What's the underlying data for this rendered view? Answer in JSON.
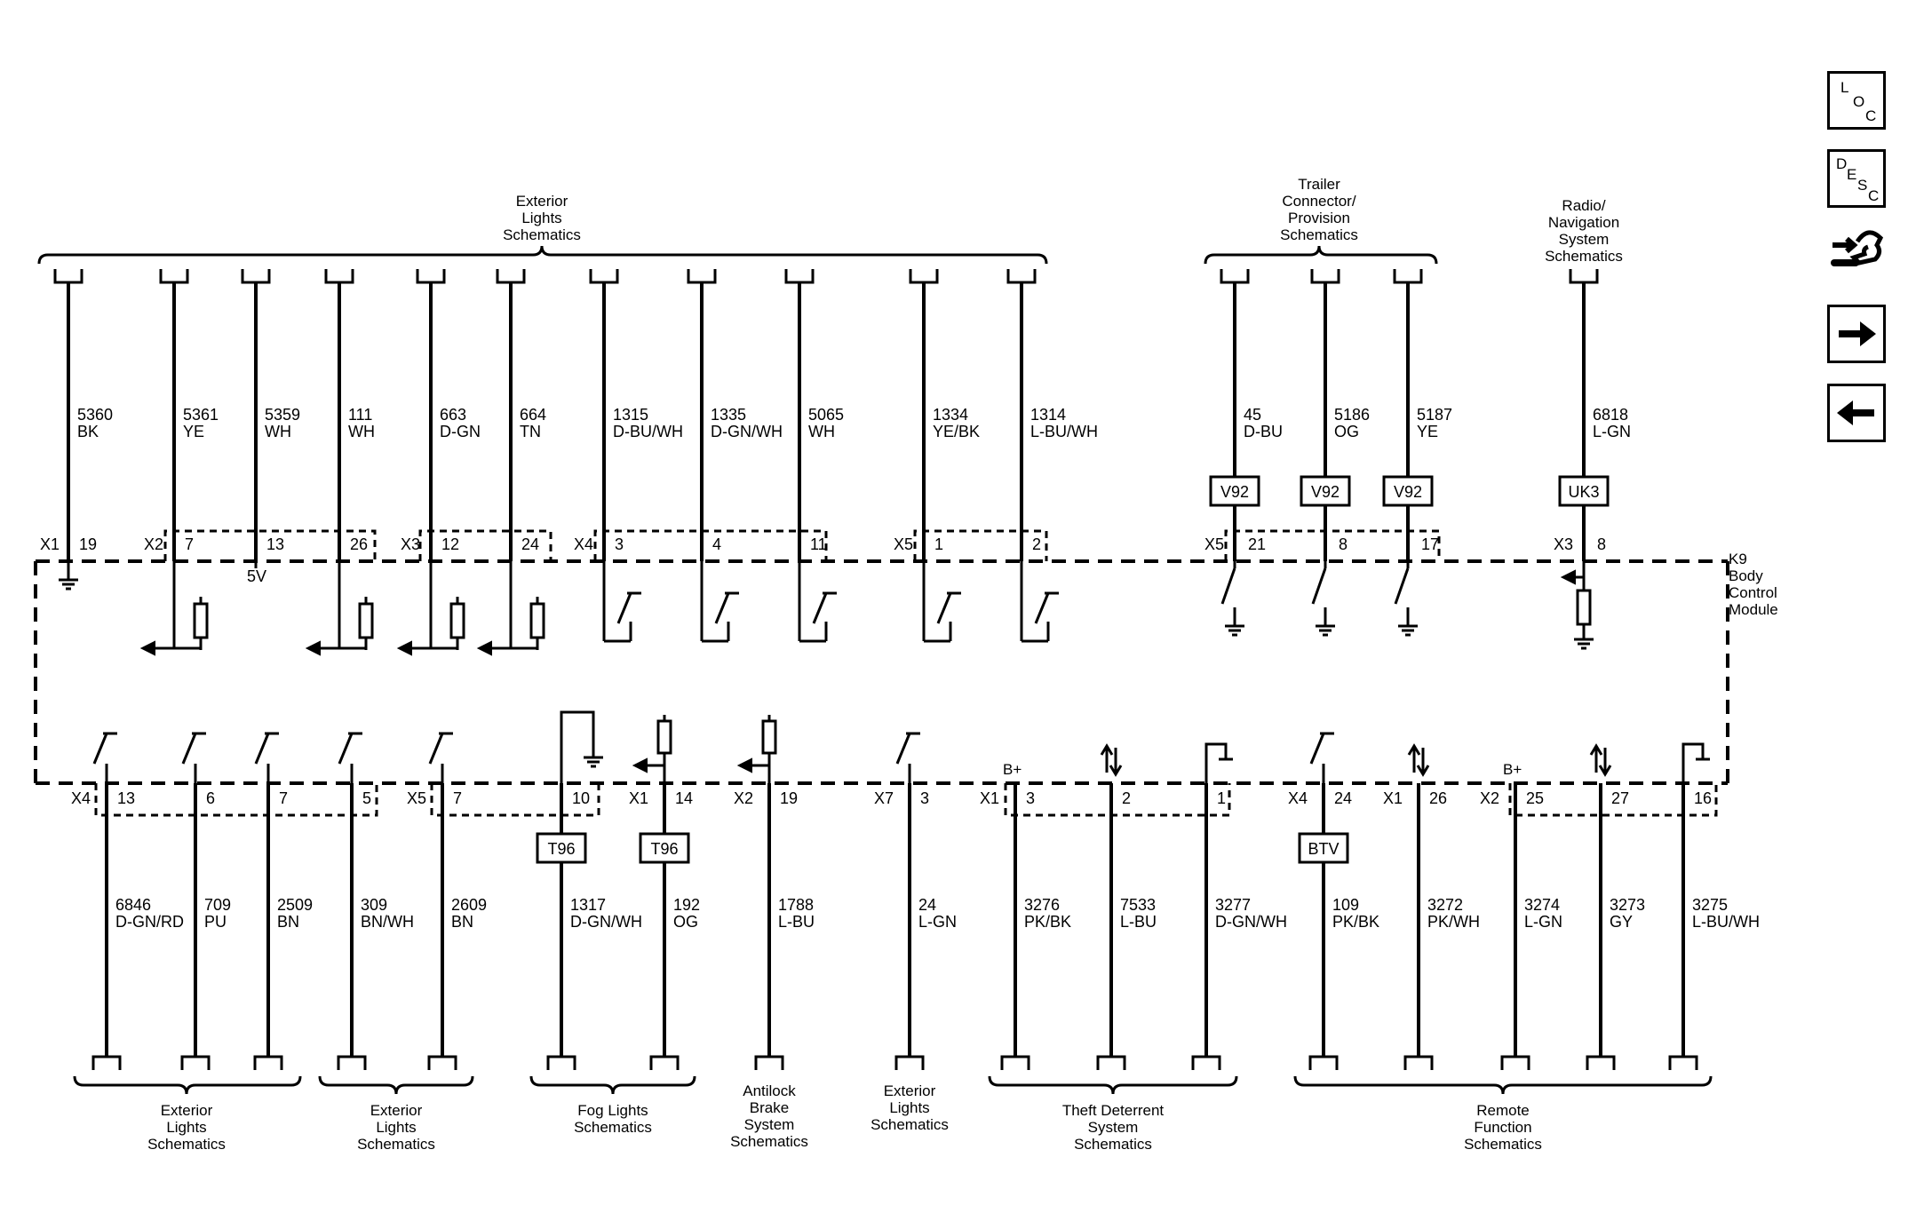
{
  "module": {
    "id": "K9",
    "name_lines": [
      "Body",
      "Control",
      "Module"
    ]
  },
  "nav": {
    "loc_letters": [
      "L",
      "O",
      "C"
    ],
    "desc_letters": [
      "D",
      "E",
      "S",
      "C"
    ]
  },
  "top_groups": [
    {
      "label_lines": [
        "Exterior",
        "Lights",
        "Schematics"
      ]
    },
    {
      "label_lines": [
        "Trailer",
        "Connector/",
        "Provision",
        "Schematics"
      ]
    },
    {
      "label_lines": [
        "Radio/",
        "Navigation",
        "System",
        "Schematics"
      ]
    }
  ],
  "bottom_groups": [
    {
      "label_lines": [
        "Exterior",
        "Lights",
        "Schematics"
      ]
    },
    {
      "label_lines": [
        "Exterior",
        "Lights",
        "Schematics"
      ]
    },
    {
      "label_lines": [
        "Fog Lights",
        "Schematics"
      ]
    },
    {
      "label_lines": [
        "Antilock",
        "Brake",
        "System",
        "Schematics"
      ]
    },
    {
      "label_lines": [
        "Exterior",
        "Lights",
        "Schematics"
      ]
    },
    {
      "label_lines": [
        "Theft Deterrent",
        "System",
        "Schematics"
      ]
    },
    {
      "label_lines": [
        "Remote",
        "Function",
        "Schematics"
      ]
    }
  ],
  "top_connectors": [
    {
      "conn": "X1",
      "pin": "19",
      "circuit": "5360",
      "color": "BK"
    },
    {
      "conn": "X2",
      "pin": "7",
      "circuit": "5361",
      "color": "YE"
    },
    {
      "conn": "",
      "pin": "13",
      "circuit": "5359",
      "color": "WH",
      "extra": "5V"
    },
    {
      "conn": "",
      "pin": "26",
      "circuit": "111",
      "color": "WH"
    },
    {
      "conn": "X3",
      "pin": "12",
      "circuit": "663",
      "color": "D-GN"
    },
    {
      "conn": "",
      "pin": "24",
      "circuit": "664",
      "color": "TN"
    },
    {
      "conn": "X4",
      "pin": "3",
      "circuit": "1315",
      "color": "D-BU/WH"
    },
    {
      "conn": "",
      "pin": "4",
      "circuit": "1335",
      "color": "D-GN/WH"
    },
    {
      "conn": "",
      "pin": "11",
      "circuit": "5065",
      "color": "WH"
    },
    {
      "conn": "X5",
      "pin": "1",
      "circuit": "1334",
      "color": "YE/BK"
    },
    {
      "conn": "",
      "pin": "2",
      "circuit": "1314",
      "color": "L-BU/WH"
    },
    {
      "conn": "X5",
      "pin": "21",
      "circuit": "45",
      "color": "D-BU",
      "option": "V92"
    },
    {
      "conn": "",
      "pin": "8",
      "circuit": "5186",
      "color": "OG",
      "option": "V92"
    },
    {
      "conn": "",
      "pin": "17",
      "circuit": "5187",
      "color": "YE",
      "option": "V92"
    },
    {
      "conn": "X3",
      "pin": "8",
      "circuit": "6818",
      "color": "L-GN",
      "option": "UK3"
    }
  ],
  "bottom_connectors": [
    {
      "conn": "X4",
      "pin": "13",
      "circuit": "6846",
      "color": "D-GN/RD"
    },
    {
      "conn": "",
      "pin": "6",
      "circuit": "709",
      "color": "PU"
    },
    {
      "conn": "",
      "pin": "7",
      "circuit": "2509",
      "color": "BN"
    },
    {
      "conn": "",
      "pin": "5",
      "circuit": "309",
      "color": "BN/WH"
    },
    {
      "conn": "X5",
      "pin": "7",
      "circuit": "2609",
      "color": "BN"
    },
    {
      "conn": "",
      "pin": "10",
      "circuit": "1317",
      "color": "D-GN/WH",
      "option": "T96"
    },
    {
      "conn": "X1",
      "pin": "14",
      "circuit": "192",
      "color": "OG",
      "option": "T96"
    },
    {
      "conn": "X2",
      "pin": "19",
      "circuit": "1788",
      "color": "L-BU"
    },
    {
      "conn": "X7",
      "pin": "3",
      "circuit": "24",
      "color": "L-GN"
    },
    {
      "conn": "X1",
      "pin": "3",
      "circuit": "3276",
      "color": "PK/BK",
      "extra": "B+"
    },
    {
      "conn": "",
      "pin": "2",
      "circuit": "7533",
      "color": "L-BU"
    },
    {
      "conn": "",
      "pin": "1",
      "circuit": "3277",
      "color": "D-GN/WH"
    },
    {
      "conn": "X4",
      "pin": "24",
      "circuit": "109",
      "color": "PK/BK",
      "option": "BTV"
    },
    {
      "conn": "X1",
      "pin": "26",
      "circuit": "3272",
      "color": "PK/WH"
    },
    {
      "conn": "X2",
      "pin": "25",
      "circuit": "3274",
      "color": "L-GN",
      "extra": "B+"
    },
    {
      "conn": "",
      "pin": "27",
      "circuit": "3273",
      "color": "GY"
    },
    {
      "conn": "",
      "pin": "16",
      "circuit": "3275",
      "color": "L-BU/WH"
    }
  ]
}
